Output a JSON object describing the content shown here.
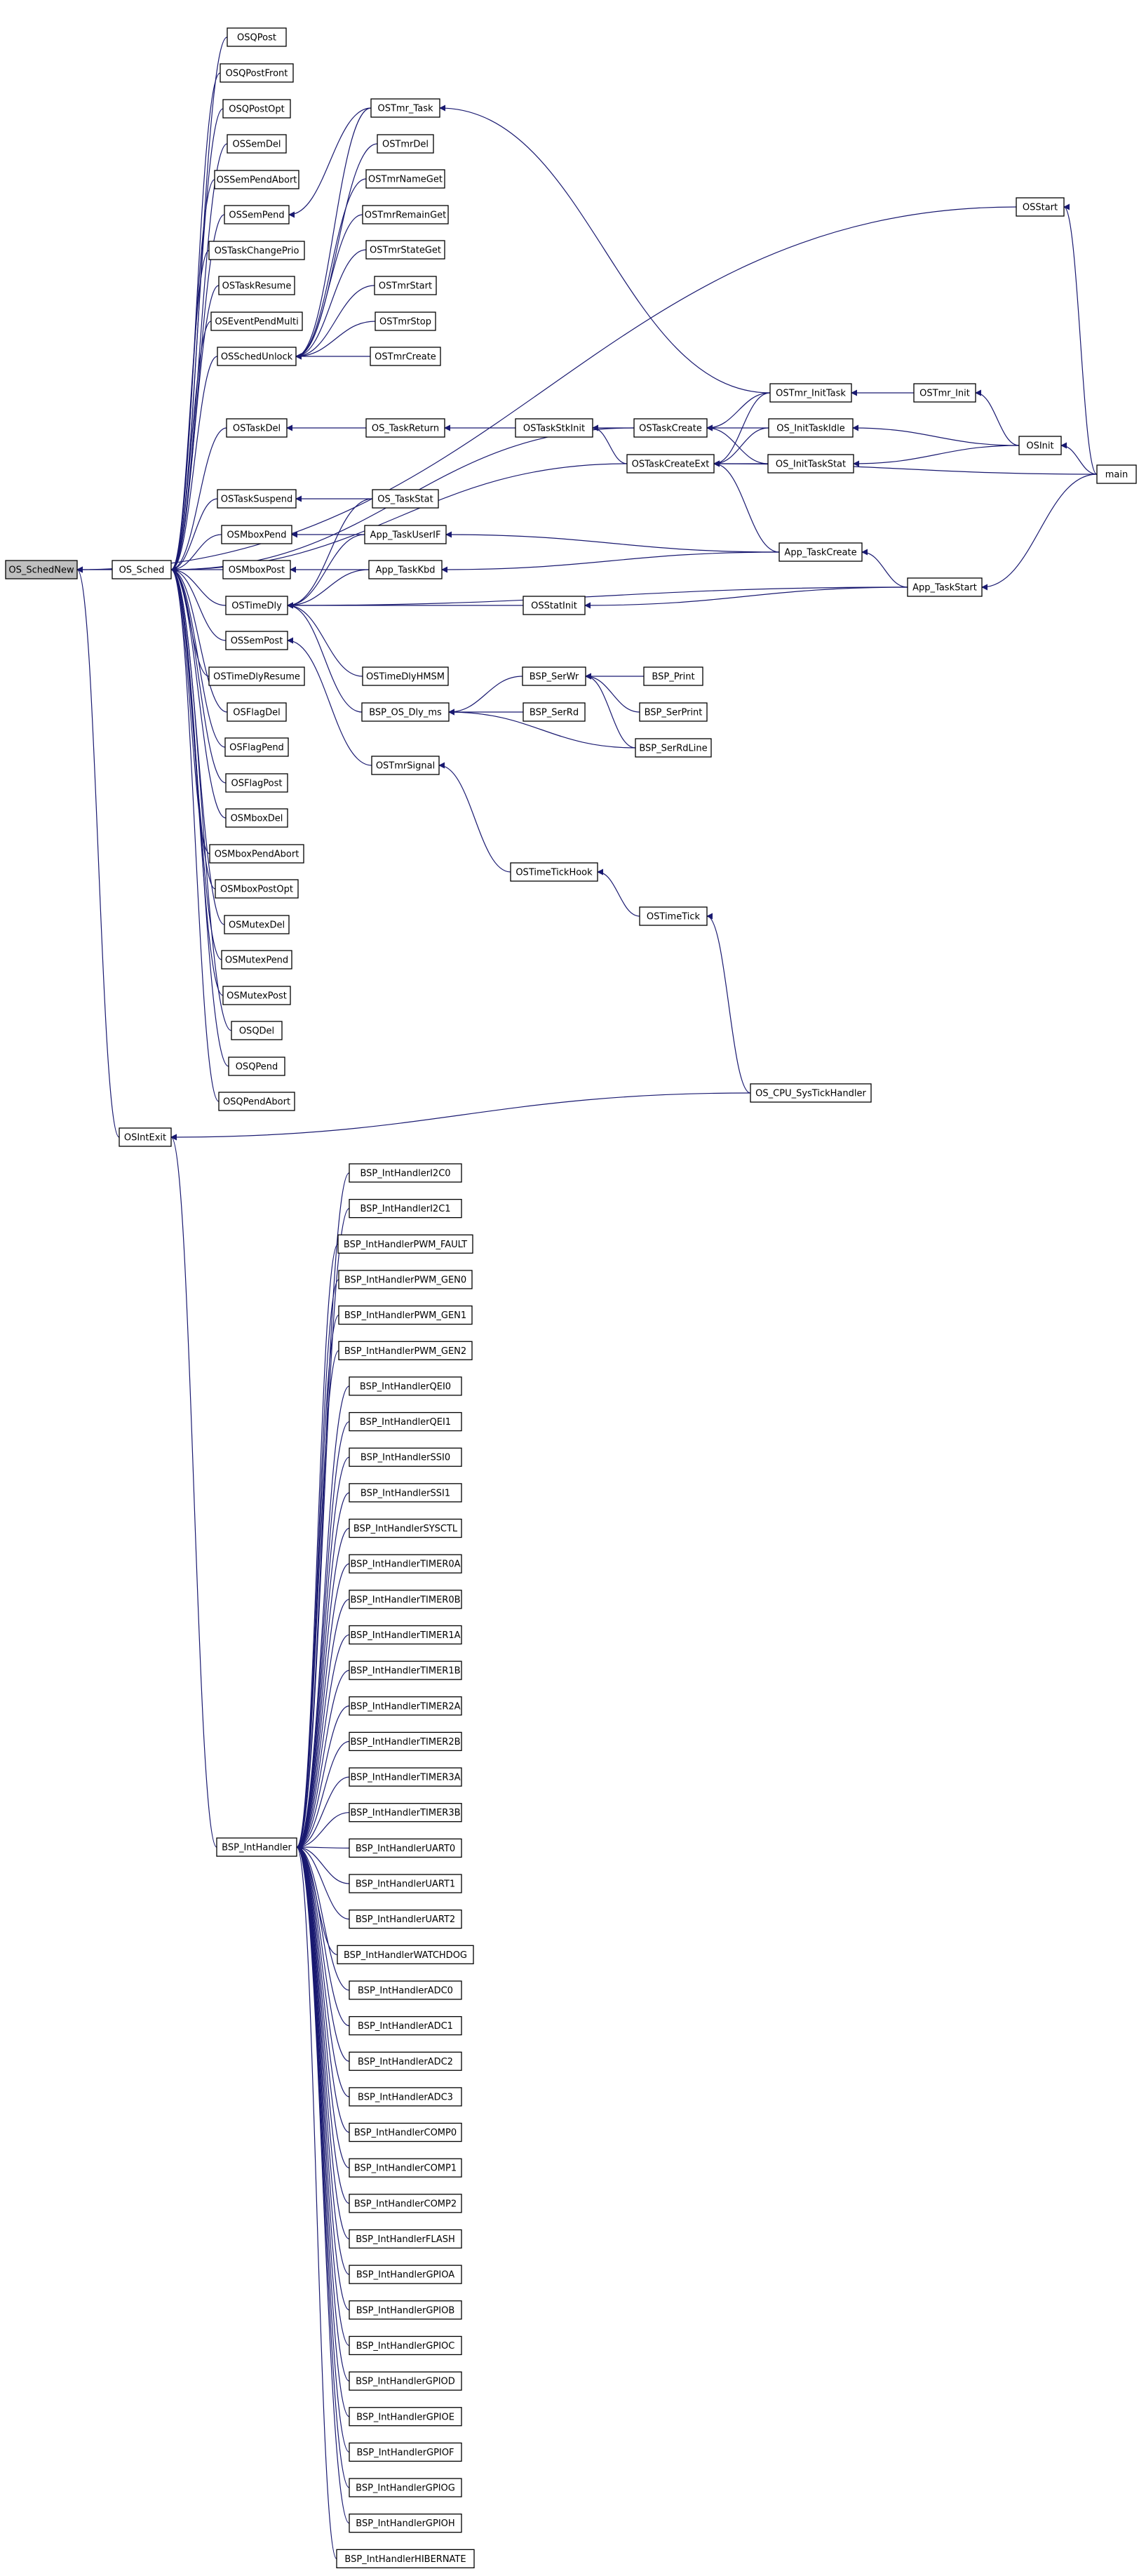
{
  "accent": "#191970",
  "selected_fill": "#bfbfbf",
  "nodes": [
    {
      "id": "n_OS_SchedNew",
      "label": "OS_SchedNew",
      "selected": true
    },
    {
      "id": "n_OS_Sched",
      "label": "OS_Sched"
    },
    {
      "id": "n_OSIntExit",
      "label": "OSIntExit"
    },
    {
      "id": "n_OSStart",
      "label": "OSStart"
    },
    {
      "id": "n_main",
      "label": "main"
    },
    {
      "id": "n_OSQPost",
      "label": "OSQPost"
    },
    {
      "id": "n_OSQPostFront",
      "label": "OSQPostFront"
    },
    {
      "id": "n_OSQPostOpt",
      "label": "OSQPostOpt"
    },
    {
      "id": "n_OSSemDel",
      "label": "OSSemDel"
    },
    {
      "id": "n_OSSemPendAbort",
      "label": "OSSemPendAbort"
    },
    {
      "id": "n_OSSemPend",
      "label": "OSSemPend"
    },
    {
      "id": "n_OSTaskChangePrio",
      "label": "OSTaskChangePrio"
    },
    {
      "id": "n_OSTaskResume",
      "label": "OSTaskResume"
    },
    {
      "id": "n_OSEventPendMulti",
      "label": "OSEventPendMulti"
    },
    {
      "id": "n_OSSchedUnlock",
      "label": "OSSchedUnlock"
    },
    {
      "id": "n_OSTaskDel",
      "label": "OSTaskDel"
    },
    {
      "id": "n_OSTaskSuspend",
      "label": "OSTaskSuspend"
    },
    {
      "id": "n_OSMboxPend",
      "label": "OSMboxPend"
    },
    {
      "id": "n_OSMboxPost",
      "label": "OSMboxPost"
    },
    {
      "id": "n_OSTimeDly",
      "label": "OSTimeDly"
    },
    {
      "id": "n_OSSemPost",
      "label": "OSSemPost"
    },
    {
      "id": "n_OSTimeDlyResume",
      "label": "OSTimeDlyResume"
    },
    {
      "id": "n_OSFlagDel",
      "label": "OSFlagDel"
    },
    {
      "id": "n_OSFlagPend",
      "label": "OSFlagPend"
    },
    {
      "id": "n_OSFlagPost",
      "label": "OSFlagPost"
    },
    {
      "id": "n_OSMboxDel",
      "label": "OSMboxDel"
    },
    {
      "id": "n_OSMboxPendAbort",
      "label": "OSMboxPendAbort"
    },
    {
      "id": "n_OSMboxPostOpt",
      "label": "OSMboxPostOpt"
    },
    {
      "id": "n_OSMutexDel",
      "label": "OSMutexDel"
    },
    {
      "id": "n_OSMutexPend",
      "label": "OSMutexPend"
    },
    {
      "id": "n_OSMutexPost",
      "label": "OSMutexPost"
    },
    {
      "id": "n_OSQDel",
      "label": "OSQDel"
    },
    {
      "id": "n_OSQPend",
      "label": "OSQPend"
    },
    {
      "id": "n_OSQPendAbort",
      "label": "OSQPendAbort"
    },
    {
      "id": "n_OSTmr_Task",
      "label": "OSTmr_Task"
    },
    {
      "id": "n_OSTmrDel",
      "label": "OSTmrDel"
    },
    {
      "id": "n_OSTmrNameGet",
      "label": "OSTmrNameGet"
    },
    {
      "id": "n_OSTmrRemainGet",
      "label": "OSTmrRemainGet"
    },
    {
      "id": "n_OSTmrStateGet",
      "label": "OSTmrStateGet"
    },
    {
      "id": "n_OSTmrStart",
      "label": "OSTmrStart"
    },
    {
      "id": "n_OSTmrStop",
      "label": "OSTmrStop"
    },
    {
      "id": "n_OSTmrCreate",
      "label": "OSTmrCreate"
    },
    {
      "id": "n_OS_TaskReturn",
      "label": "OS_TaskReturn"
    },
    {
      "id": "n_OS_TaskStat",
      "label": "OS_TaskStat"
    },
    {
      "id": "n_App_TaskUserIF",
      "label": "App_TaskUserIF"
    },
    {
      "id": "n_App_TaskKbd",
      "label": "App_TaskKbd"
    },
    {
      "id": "n_OSTimeDlyHMSM",
      "label": "OSTimeDlyHMSM"
    },
    {
      "id": "n_BSP_OS_Dly_ms",
      "label": "BSP_OS_Dly_ms"
    },
    {
      "id": "n_OSTmrSignal",
      "label": "OSTmrSignal"
    },
    {
      "id": "n_OSTaskStkInit",
      "label": "OSTaskStkInit"
    },
    {
      "id": "n_OSTaskCreate",
      "label": "OSTaskCreate"
    },
    {
      "id": "n_OSTaskCreateExt",
      "label": "OSTaskCreateExt"
    },
    {
      "id": "n_OSStatInit",
      "label": "OSStatInit"
    },
    {
      "id": "n_BSP_SerWr",
      "label": "BSP_SerWr"
    },
    {
      "id": "n_BSP_SerRd",
      "label": "BSP_SerRd"
    },
    {
      "id": "n_BSP_Print",
      "label": "BSP_Print"
    },
    {
      "id": "n_BSP_SerPrint",
      "label": "BSP_SerPrint"
    },
    {
      "id": "n_BSP_SerRdLine",
      "label": "BSP_SerRdLine"
    },
    {
      "id": "n_OSTimeTickHook",
      "label": "OSTimeTickHook"
    },
    {
      "id": "n_OSTimeTick",
      "label": "OSTimeTick"
    },
    {
      "id": "n_OS_CPU_SysTickHandler",
      "label": "OS_CPU_SysTickHandler"
    },
    {
      "id": "n_OSTmr_InitTask",
      "label": "OSTmr_InitTask"
    },
    {
      "id": "n_OS_InitTaskIdle",
      "label": "OS_InitTaskIdle"
    },
    {
      "id": "n_OS_InitTaskStat",
      "label": "OS_InitTaskStat"
    },
    {
      "id": "n_App_TaskCreate",
      "label": "App_TaskCreate"
    },
    {
      "id": "n_App_TaskStart",
      "label": "App_TaskStart"
    },
    {
      "id": "n_OSTmr_Init",
      "label": "OSTmr_Init"
    },
    {
      "id": "n_OSInit",
      "label": "OSInit"
    },
    {
      "id": "n_BSP_IntHandler",
      "label": "BSP_IntHandler"
    },
    {
      "id": "n_I2C0",
      "label": "BSP_IntHandlerI2C0"
    },
    {
      "id": "n_I2C1",
      "label": "BSP_IntHandlerI2C1"
    },
    {
      "id": "n_PWM_FAULT",
      "label": "BSP_IntHandlerPWM_FAULT"
    },
    {
      "id": "n_PWM_GEN0",
      "label": "BSP_IntHandlerPWM_GEN0"
    },
    {
      "id": "n_PWM_GEN1",
      "label": "BSP_IntHandlerPWM_GEN1"
    },
    {
      "id": "n_PWM_GEN2",
      "label": "BSP_IntHandlerPWM_GEN2"
    },
    {
      "id": "n_QEI0",
      "label": "BSP_IntHandlerQEI0"
    },
    {
      "id": "n_QEI1",
      "label": "BSP_IntHandlerQEI1"
    },
    {
      "id": "n_SSI0",
      "label": "BSP_IntHandlerSSI0"
    },
    {
      "id": "n_SSI1",
      "label": "BSP_IntHandlerSSI1"
    },
    {
      "id": "n_SYSCTL",
      "label": "BSP_IntHandlerSYSCTL"
    },
    {
      "id": "n_TIMER0A",
      "label": "BSP_IntHandlerTIMER0A"
    },
    {
      "id": "n_TIMER0B",
      "label": "BSP_IntHandlerTIMER0B"
    },
    {
      "id": "n_TIMER1A",
      "label": "BSP_IntHandlerTIMER1A"
    },
    {
      "id": "n_TIMER1B",
      "label": "BSP_IntHandlerTIMER1B"
    },
    {
      "id": "n_TIMER2A",
      "label": "BSP_IntHandlerTIMER2A"
    },
    {
      "id": "n_TIMER2B",
      "label": "BSP_IntHandlerTIMER2B"
    },
    {
      "id": "n_TIMER3A",
      "label": "BSP_IntHandlerTIMER3A"
    },
    {
      "id": "n_TIMER3B",
      "label": "BSP_IntHandlerTIMER3B"
    },
    {
      "id": "n_UART0",
      "label": "BSP_IntHandlerUART0"
    },
    {
      "id": "n_UART1",
      "label": "BSP_IntHandlerUART1"
    },
    {
      "id": "n_UART2",
      "label": "BSP_IntHandlerUART2"
    },
    {
      "id": "n_WATCHDOG",
      "label": "BSP_IntHandlerWATCHDOG"
    },
    {
      "id": "n_ADC0",
      "label": "BSP_IntHandlerADC0"
    },
    {
      "id": "n_ADC1",
      "label": "BSP_IntHandlerADC1"
    },
    {
      "id": "n_ADC2",
      "label": "BSP_IntHandlerADC2"
    },
    {
      "id": "n_ADC3",
      "label": "BSP_IntHandlerADC3"
    },
    {
      "id": "n_COMP0",
      "label": "BSP_IntHandlerCOMP0"
    },
    {
      "id": "n_COMP1",
      "label": "BSP_IntHandlerCOMP1"
    },
    {
      "id": "n_COMP2",
      "label": "BSP_IntHandlerCOMP2"
    },
    {
      "id": "n_FLASH",
      "label": "BSP_IntHandlerFLASH"
    },
    {
      "id": "n_GPIOA",
      "label": "BSP_IntHandlerGPIOA"
    },
    {
      "id": "n_GPIOB",
      "label": "BSP_IntHandlerGPIOB"
    },
    {
      "id": "n_GPIOC",
      "label": "BSP_IntHandlerGPIOC"
    },
    {
      "id": "n_GPIOD",
      "label": "BSP_IntHandlerGPIOD"
    },
    {
      "id": "n_GPIOE",
      "label": "BSP_IntHandlerGPIOE"
    },
    {
      "id": "n_GPIOF",
      "label": "BSP_IntHandlerGPIOF"
    },
    {
      "id": "n_GPIOG",
      "label": "BSP_IntHandlerGPIOG"
    },
    {
      "id": "n_GPIOH",
      "label": "BSP_IntHandlerGPIOH"
    },
    {
      "id": "n_HIBERNATE",
      "label": "BSP_IntHandlerHIBERNATE"
    }
  ],
  "edges": [
    {
      "from": "n_OS_Sched",
      "to": "n_OS_SchedNew"
    },
    {
      "from": "n_OSIntExit",
      "to": "n_OS_SchedNew"
    },
    {
      "from": "n_OSStart",
      "to": "n_OS_SchedNew"
    },
    {
      "from": "n_main",
      "to": "n_OSStart"
    },
    {
      "from": "n_OSQPost",
      "to": "n_OS_Sched"
    },
    {
      "from": "n_OSQPostFront",
      "to": "n_OS_Sched"
    },
    {
      "from": "n_OSQPostOpt",
      "to": "n_OS_Sched"
    },
    {
      "from": "n_OSSemDel",
      "to": "n_OS_Sched"
    },
    {
      "from": "n_OSSemPendAbort",
      "to": "n_OS_Sched"
    },
    {
      "from": "n_OSSemPend",
      "to": "n_OS_Sched"
    },
    {
      "from": "n_OSTaskChangePrio",
      "to": "n_OS_Sched"
    },
    {
      "from": "n_OSTaskResume",
      "to": "n_OS_Sched"
    },
    {
      "from": "n_OSEventPendMulti",
      "to": "n_OS_Sched"
    },
    {
      "from": "n_OSSchedUnlock",
      "to": "n_OS_Sched"
    },
    {
      "from": "n_OSTaskDel",
      "to": "n_OS_Sched"
    },
    {
      "from": "n_OSTaskSuspend",
      "to": "n_OS_Sched"
    },
    {
      "from": "n_OSMboxPend",
      "to": "n_OS_Sched"
    },
    {
      "from": "n_OSMboxPost",
      "to": "n_OS_Sched"
    },
    {
      "from": "n_OSTimeDly",
      "to": "n_OS_Sched"
    },
    {
      "from": "n_OSSemPost",
      "to": "n_OS_Sched"
    },
    {
      "from": "n_OSTimeDlyResume",
      "to": "n_OS_Sched"
    },
    {
      "from": "n_OSFlagDel",
      "to": "n_OS_Sched"
    },
    {
      "from": "n_OSFlagPend",
      "to": "n_OS_Sched"
    },
    {
      "from": "n_OSFlagPost",
      "to": "n_OS_Sched"
    },
    {
      "from": "n_OSMboxDel",
      "to": "n_OS_Sched"
    },
    {
      "from": "n_OSMboxPendAbort",
      "to": "n_OS_Sched"
    },
    {
      "from": "n_OSMboxPostOpt",
      "to": "n_OS_Sched"
    },
    {
      "from": "n_OSMutexDel",
      "to": "n_OS_Sched"
    },
    {
      "from": "n_OSMutexPend",
      "to": "n_OS_Sched"
    },
    {
      "from": "n_OSMutexPost",
      "to": "n_OS_Sched"
    },
    {
      "from": "n_OSQDel",
      "to": "n_OS_Sched"
    },
    {
      "from": "n_OSQPend",
      "to": "n_OS_Sched"
    },
    {
      "from": "n_OSQPendAbort",
      "to": "n_OS_Sched"
    },
    {
      "from": "n_OSTaskCreate",
      "to": "n_OS_Sched"
    },
    {
      "from": "n_OSTaskCreateExt",
      "to": "n_OS_Sched"
    },
    {
      "from": "n_OSTmr_Task",
      "to": "n_OSSemPend"
    },
    {
      "from": "n_OSTmr_Task",
      "to": "n_OSSchedUnlock"
    },
    {
      "from": "n_OSTmrDel",
      "to": "n_OSSchedUnlock"
    },
    {
      "from": "n_OSTmrNameGet",
      "to": "n_OSSchedUnlock"
    },
    {
      "from": "n_OSTmrRemainGet",
      "to": "n_OSSchedUnlock"
    },
    {
      "from": "n_OSTmrStateGet",
      "to": "n_OSSchedUnlock"
    },
    {
      "from": "n_OSTmrStart",
      "to": "n_OSSchedUnlock"
    },
    {
      "from": "n_OSTmrStop",
      "to": "n_OSSchedUnlock"
    },
    {
      "from": "n_OSTmrCreate",
      "to": "n_OSSchedUnlock"
    },
    {
      "from": "n_OSTmr_InitTask",
      "to": "n_OSTmr_Task"
    },
    {
      "from": "n_OS_TaskReturn",
      "to": "n_OSTaskDel"
    },
    {
      "from": "n_OS_TaskStat",
      "to": "n_OSTaskSuspend"
    },
    {
      "from": "n_App_TaskUserIF",
      "to": "n_OSMboxPend"
    },
    {
      "from": "n_App_TaskKbd",
      "to": "n_OSMboxPost"
    },
    {
      "from": "n_OS_TaskStat",
      "to": "n_OSTimeDly"
    },
    {
      "from": "n_App_TaskUserIF",
      "to": "n_OSTimeDly"
    },
    {
      "from": "n_App_TaskKbd",
      "to": "n_OSTimeDly"
    },
    {
      "from": "n_OSTimeDlyHMSM",
      "to": "n_OSTimeDly"
    },
    {
      "from": "n_BSP_OS_Dly_ms",
      "to": "n_OSTimeDly"
    },
    {
      "from": "n_OSStatInit",
      "to": "n_OSTimeDly"
    },
    {
      "from": "n_App_TaskStart",
      "to": "n_OSTimeDly"
    },
    {
      "from": "n_OSTmrSignal",
      "to": "n_OSSemPost"
    },
    {
      "from": "n_OSTaskStkInit",
      "to": "n_OS_TaskReturn"
    },
    {
      "from": "n_OSTaskCreate",
      "to": "n_OSTaskStkInit"
    },
    {
      "from": "n_OSTaskCreateExt",
      "to": "n_OSTaskStkInit"
    },
    {
      "from": "n_OSTmr_InitTask",
      "to": "n_OSTaskCreate"
    },
    {
      "from": "n_OS_InitTaskIdle",
      "to": "n_OSTaskCreate"
    },
    {
      "from": "n_OS_InitTaskStat",
      "to": "n_OSTaskCreate"
    },
    {
      "from": "n_OSTmr_InitTask",
      "to": "n_OSTaskCreateExt"
    },
    {
      "from": "n_OS_InitTaskIdle",
      "to": "n_OSTaskCreateExt"
    },
    {
      "from": "n_OS_InitTaskStat",
      "to": "n_OSTaskCreateExt"
    },
    {
      "from": "n_App_TaskCreate",
      "to": "n_OSTaskCreateExt"
    },
    {
      "from": "n_main",
      "to": "n_OSTaskCreateExt"
    },
    {
      "from": "n_App_TaskCreate",
      "to": "n_App_TaskUserIF"
    },
    {
      "from": "n_App_TaskCreate",
      "to": "n_App_TaskKbd"
    },
    {
      "from": "n_App_TaskStart",
      "to": "n_App_TaskCreate"
    },
    {
      "from": "n_App_TaskStart",
      "to": "n_OSStatInit"
    },
    {
      "from": "n_main",
      "to": "n_App_TaskStart"
    },
    {
      "from": "n_OSTmr_Init",
      "to": "n_OSTmr_InitTask"
    },
    {
      "from": "n_OSInit",
      "to": "n_OSTmr_Init"
    },
    {
      "from": "n_OSInit",
      "to": "n_OS_InitTaskIdle"
    },
    {
      "from": "n_OSInit",
      "to": "n_OS_InitTaskStat"
    },
    {
      "from": "n_main",
      "to": "n_OSInit"
    },
    {
      "from": "n_BSP_SerWr",
      "to": "n_BSP_OS_Dly_ms"
    },
    {
      "from": "n_BSP_SerRd",
      "to": "n_BSP_OS_Dly_ms"
    },
    {
      "from": "n_BSP_SerRdLine",
      "to": "n_BSP_OS_Dly_ms"
    },
    {
      "from": "n_BSP_Print",
      "to": "n_BSP_SerWr"
    },
    {
      "from": "n_BSP_SerPrint",
      "to": "n_BSP_SerWr"
    },
    {
      "from": "n_BSP_SerRdLine",
      "to": "n_BSP_SerWr"
    },
    {
      "from": "n_OSTimeTickHook",
      "to": "n_OSTmrSignal"
    },
    {
      "from": "n_OSTimeTick",
      "to": "n_OSTimeTickHook"
    },
    {
      "from": "n_OS_CPU_SysTickHandler",
      "to": "n_OSTimeTick"
    },
    {
      "from": "n_OS_CPU_SysTickHandler",
      "to": "n_OSIntExit"
    },
    {
      "from": "n_BSP_IntHandler",
      "to": "n_OSIntExit"
    },
    {
      "from": "n_I2C0",
      "to": "n_BSP_IntHandler"
    },
    {
      "from": "n_I2C1",
      "to": "n_BSP_IntHandler"
    },
    {
      "from": "n_PWM_FAULT",
      "to": "n_BSP_IntHandler"
    },
    {
      "from": "n_PWM_GEN0",
      "to": "n_BSP_IntHandler"
    },
    {
      "from": "n_PWM_GEN1",
      "to": "n_BSP_IntHandler"
    },
    {
      "from": "n_PWM_GEN2",
      "to": "n_BSP_IntHandler"
    },
    {
      "from": "n_QEI0",
      "to": "n_BSP_IntHandler"
    },
    {
      "from": "n_QEI1",
      "to": "n_BSP_IntHandler"
    },
    {
      "from": "n_SSI0",
      "to": "n_BSP_IntHandler"
    },
    {
      "from": "n_SSI1",
      "to": "n_BSP_IntHandler"
    },
    {
      "from": "n_SYSCTL",
      "to": "n_BSP_IntHandler"
    },
    {
      "from": "n_TIMER0A",
      "to": "n_BSP_IntHandler"
    },
    {
      "from": "n_TIMER0B",
      "to": "n_BSP_IntHandler"
    },
    {
      "from": "n_TIMER1A",
      "to": "n_BSP_IntHandler"
    },
    {
      "from": "n_TIMER1B",
      "to": "n_BSP_IntHandler"
    },
    {
      "from": "n_TIMER2A",
      "to": "n_BSP_IntHandler"
    },
    {
      "from": "n_TIMER2B",
      "to": "n_BSP_IntHandler"
    },
    {
      "from": "n_TIMER3A",
      "to": "n_BSP_IntHandler"
    },
    {
      "from": "n_TIMER3B",
      "to": "n_BSP_IntHandler"
    },
    {
      "from": "n_UART0",
      "to": "n_BSP_IntHandler"
    },
    {
      "from": "n_UART1",
      "to": "n_BSP_IntHandler"
    },
    {
      "from": "n_UART2",
      "to": "n_BSP_IntHandler"
    },
    {
      "from": "n_WATCHDOG",
      "to": "n_BSP_IntHandler"
    },
    {
      "from": "n_ADC0",
      "to": "n_BSP_IntHandler"
    },
    {
      "from": "n_ADC1",
      "to": "n_BSP_IntHandler"
    },
    {
      "from": "n_ADC2",
      "to": "n_BSP_IntHandler"
    },
    {
      "from": "n_ADC3",
      "to": "n_BSP_IntHandler"
    },
    {
      "from": "n_COMP0",
      "to": "n_BSP_IntHandler"
    },
    {
      "from": "n_COMP1",
      "to": "n_BSP_IntHandler"
    },
    {
      "from": "n_COMP2",
      "to": "n_BSP_IntHandler"
    },
    {
      "from": "n_FLASH",
      "to": "n_BSP_IntHandler"
    },
    {
      "from": "n_GPIOA",
      "to": "n_BSP_IntHandler"
    },
    {
      "from": "n_GPIOB",
      "to": "n_BSP_IntHandler"
    },
    {
      "from": "n_GPIOC",
      "to": "n_BSP_IntHandler"
    },
    {
      "from": "n_GPIOD",
      "to": "n_BSP_IntHandler"
    },
    {
      "from": "n_GPIOE",
      "to": "n_BSP_IntHandler"
    },
    {
      "from": "n_GPIOF",
      "to": "n_BSP_IntHandler"
    },
    {
      "from": "n_GPIOG",
      "to": "n_BSP_IntHandler"
    },
    {
      "from": "n_GPIOH",
      "to": "n_BSP_IntHandler"
    },
    {
      "from": "n_HIBERNATE",
      "to": "n_BSP_IntHandler"
    }
  ]
}
